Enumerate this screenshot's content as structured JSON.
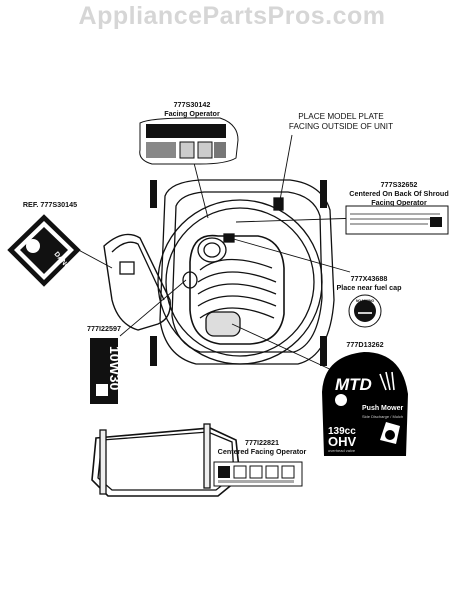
{
  "watermark": "AppliancePartsPros.com",
  "callouts": [
    {
      "part": "777S30142",
      "note": "Facing Operator"
    },
    {
      "part": "PLACE MODEL PLATE",
      "note": "FACING OUTSIDE OF UNIT"
    },
    {
      "part": "777S32652",
      "note": "Centered On Back Of Shroud",
      "note2": "Facing Operator"
    },
    {
      "part": "REF. 777S30145",
      "note": ""
    },
    {
      "part": "777X43688",
      "note": "Place near fuel cap"
    },
    {
      "part": "777I22597",
      "note": ""
    },
    {
      "part": "777D13262",
      "note": ""
    },
    {
      "part": "777I22821",
      "note": "Centered Facing Operator"
    }
  ],
  "decals": {
    "danger_word": "DANGER",
    "oil_label": "10W30",
    "mtd_logo": "MTD",
    "mtd_product": "Push Mower",
    "mtd_subtitle": "Side Discharge / Mulch",
    "engine_cc": "139cc",
    "engine_type": "OHV",
    "engine_sub": "overhead valve",
    "fuel_cap_text": "NO MIXING"
  },
  "colors": {
    "ink": "#111111",
    "watermark": "#d6d6d6",
    "panel": "#000000"
  }
}
